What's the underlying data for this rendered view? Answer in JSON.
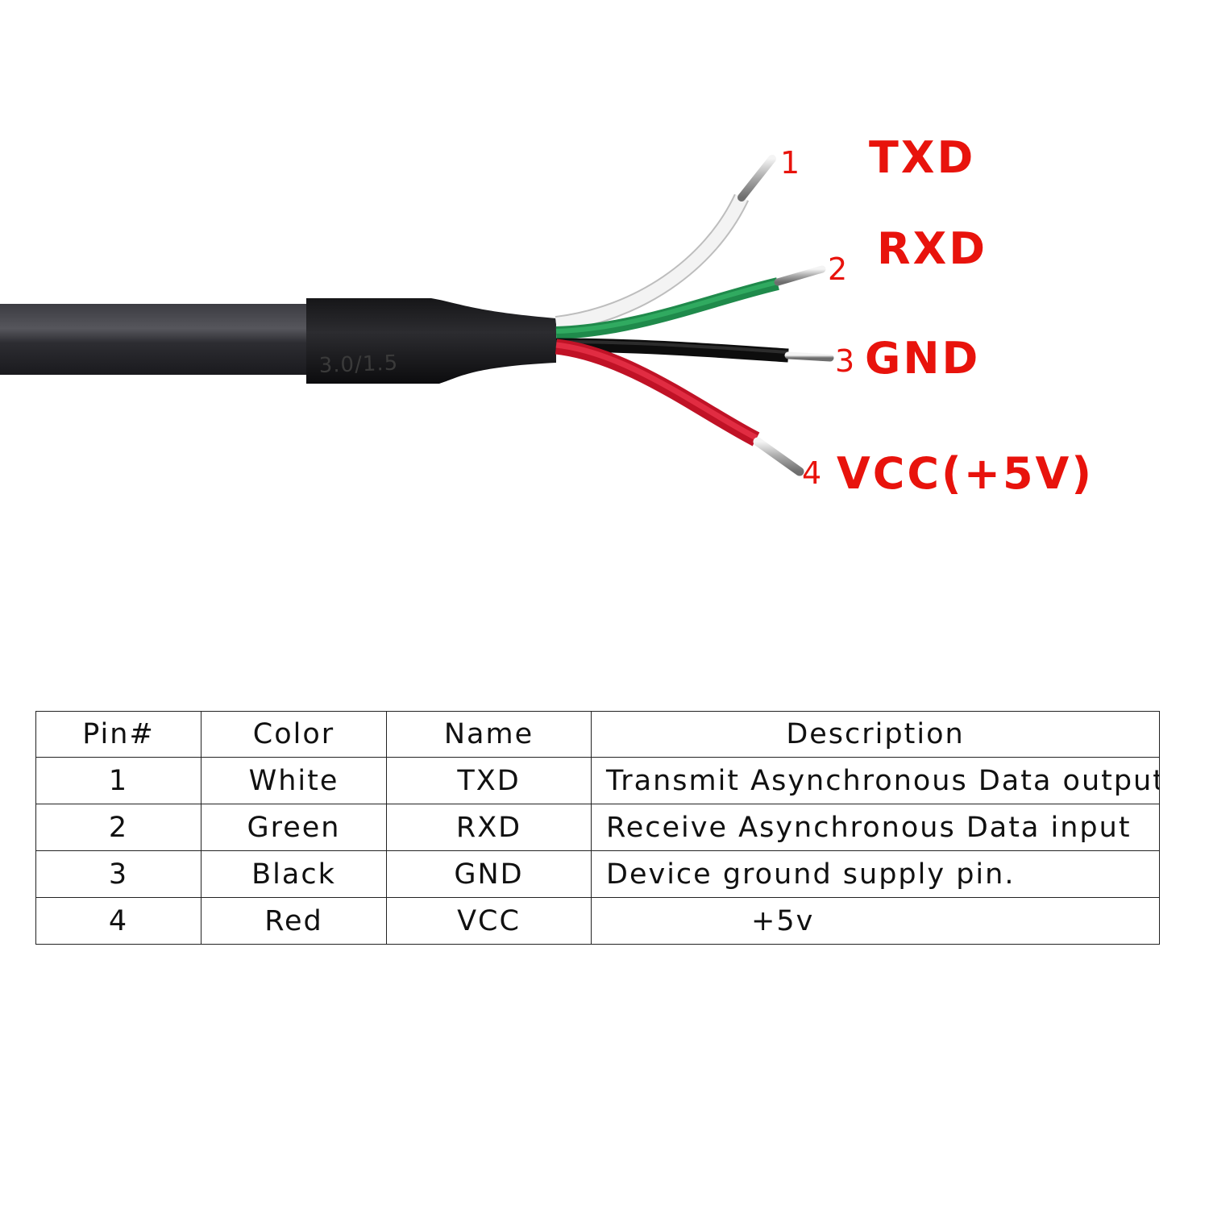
{
  "sleeve_marking": "3.0/1.5",
  "pins": [
    {
      "number": "1",
      "name": "TXD",
      "wire_color": "#f2f2f2"
    },
    {
      "number": "2",
      "name": "RXD",
      "wire_color": "#26a05a"
    },
    {
      "number": "3",
      "name": "GND",
      "wire_color": "#111111"
    },
    {
      "number": "4",
      "name": "VCC(+5V)",
      "wire_color": "#e01b2e"
    }
  ],
  "table": {
    "headers": {
      "pin": "Pin#",
      "color": "Color",
      "name": "Name",
      "description": "Description"
    },
    "rows": [
      {
        "pin": "1",
        "color": "White",
        "name": "TXD",
        "description": "Transmit Asynchronous Data output."
      },
      {
        "pin": "2",
        "color": "Green",
        "name": "RXD",
        "description": "Receive Asynchronous Data input"
      },
      {
        "pin": "3",
        "color": "Black",
        "name": "GND",
        "description": "Device ground supply pin."
      },
      {
        "pin": "4",
        "color": "Red",
        "name": "VCC",
        "description": "+5v"
      }
    ]
  },
  "colors": {
    "label_red": "#e8130c",
    "cable": "#2b2b30"
  }
}
